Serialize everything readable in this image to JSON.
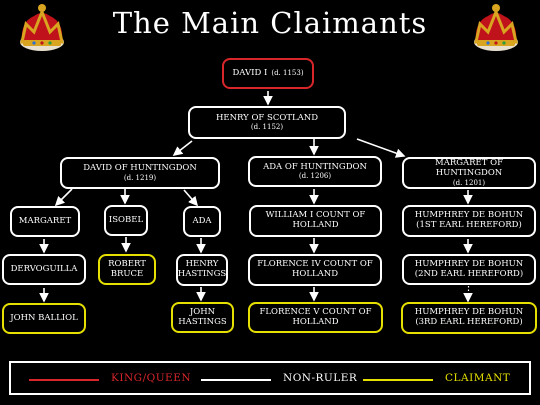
{
  "title": "The Main Claimants",
  "nodes": {
    "david1": {
      "name": "David I",
      "date": "(d. 1153)"
    },
    "henry": {
      "name": "Henry of Scotland",
      "date": "(d. 1152)"
    },
    "david_h": {
      "name": "David of Huntingdon",
      "date": "(d. 1219)"
    },
    "ada_h": {
      "name": "Ada of Huntingdon",
      "date": "(d. 1206)"
    },
    "margaret_h": {
      "name": "Margaret of Huntingdon",
      "date": "(d. 1201)"
    },
    "margaret": {
      "name": "Margaret"
    },
    "isobel": {
      "name": "Isobel"
    },
    "ada": {
      "name": "Ada"
    },
    "dervoguilla": {
      "name": "Dervoguilla"
    },
    "robert": {
      "name": "Robert Bruce"
    },
    "henry_hastings": {
      "name": "Henry Hastings"
    },
    "balliol": {
      "name": "John Balliol"
    },
    "john_hastings": {
      "name": "John Hastings"
    },
    "william": {
      "name": "William I Count of Holland"
    },
    "florence4": {
      "name": "Florence IV Count of Holland"
    },
    "florence5": {
      "name": "Florence V Count of Holland"
    },
    "humphrey1": {
      "name": "Humphrey de Bohun",
      "note": "(1st Earl Hereford)"
    },
    "humphrey2": {
      "name": "Humphrey de Bohun",
      "note": "(2nd Earl Hereford)"
    },
    "humphrey3": {
      "name": "Humphrey de Bohun",
      "note": "(3rd Earl Hereford)"
    }
  },
  "legend": {
    "king": {
      "label": "King/Queen",
      "color": "#d8262a"
    },
    "nonruler": {
      "label": "Non-Ruler",
      "color": "#ffffff"
    },
    "claimant": {
      "label": "Claimant",
      "color": "#e6e000"
    }
  },
  "ellipsis": "⋮"
}
